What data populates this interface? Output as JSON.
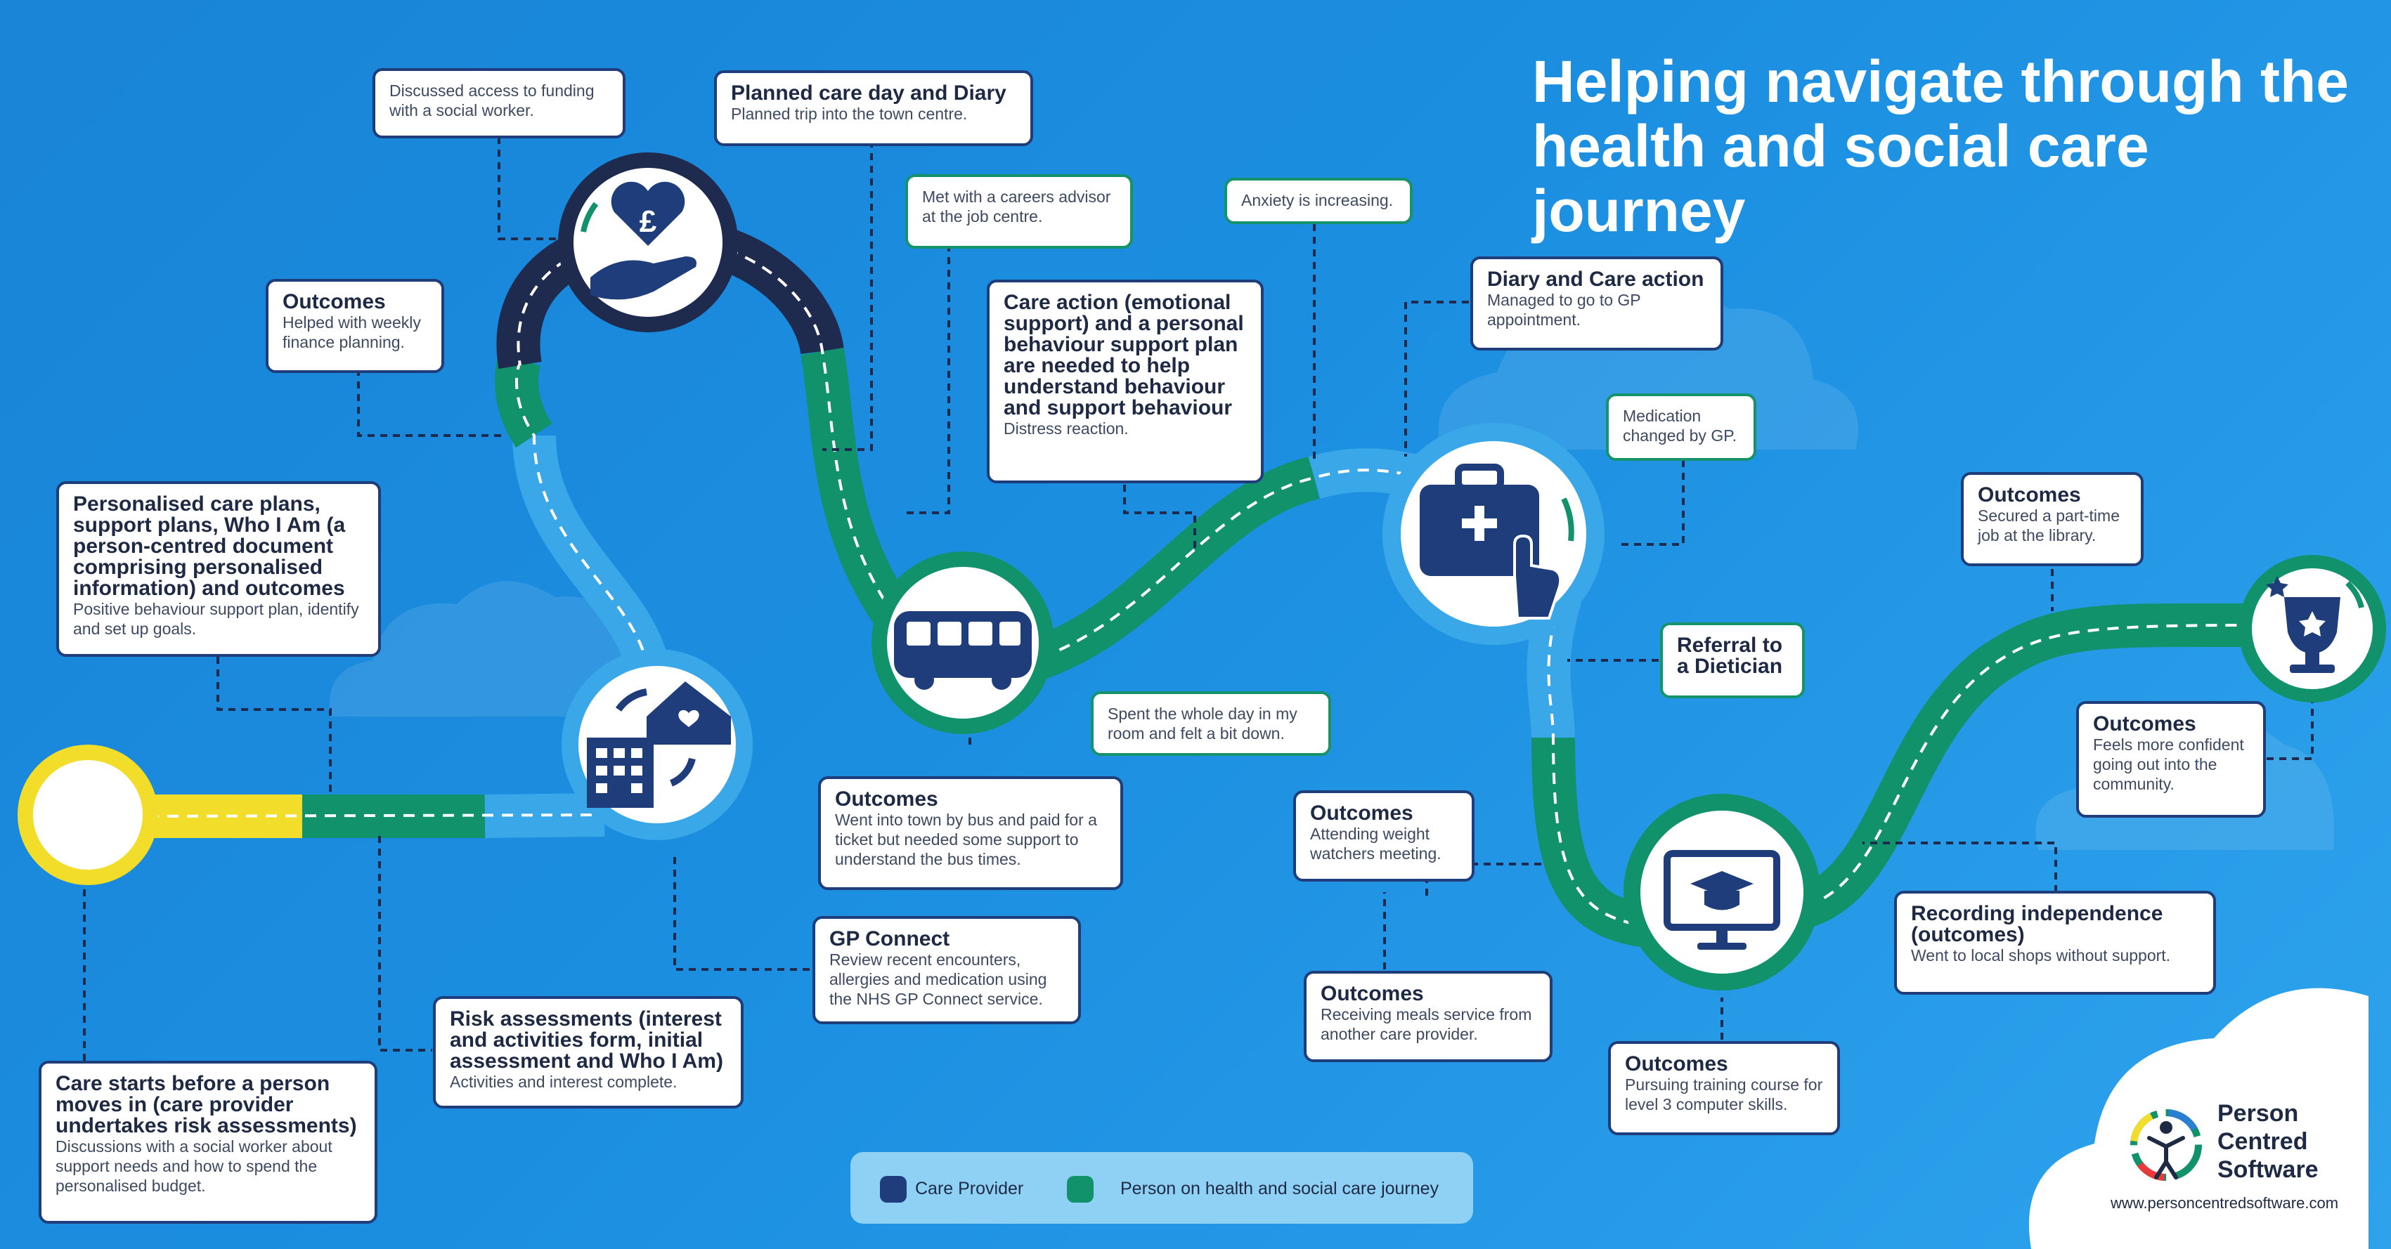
{
  "title": "Helping navigate through the health and social care journey",
  "colors": {
    "care_provider": "#1f3d7a",
    "person_journey": "#12926a",
    "start": "#f2dd2a",
    "background": "#1a8ee0"
  },
  "cards": {
    "care_starts": {
      "heading": "Care starts before a person moves in (care provider undertakes risk assessments)",
      "text": "Discussions with a social worker about support needs and how to spend the personalised budget."
    },
    "personalised_plans": {
      "heading": "Personalised care plans, support plans, Who I Am (a person-centred document comprising personalised information) and outcomes",
      "text": "Positive behaviour support plan, identify and set up goals."
    },
    "outcomes_finance": {
      "heading": "Outcomes",
      "text": "Helped with weekly finance planning."
    },
    "funding": {
      "text": "Discussed access to funding with a social worker."
    },
    "planned_care_day": {
      "heading": "Planned care day and Diary",
      "text": "Planned trip into the town centre."
    },
    "careers": {
      "text": "Met with a careers advisor at the job centre."
    },
    "care_action": {
      "heading": "Care action (emotional support) and a personal behaviour support plan are needed to help understand behaviour and support behaviour",
      "text": "Distress reaction."
    },
    "anxiety": {
      "text": "Anxiety is increasing."
    },
    "diary_care_action": {
      "heading": "Diary and Care action",
      "text": "Managed to go to GP appointment."
    },
    "medication": {
      "text": "Medication changed by GP."
    },
    "outcomes_job": {
      "heading": "Outcomes",
      "text": "Secured a part-time job at the library."
    },
    "referral": {
      "heading": "Referral to a Dietician"
    },
    "whole_day": {
      "text": "Spent the whole day in my room and felt a bit down."
    },
    "outcomes_bus": {
      "heading": "Outcomes",
      "text": "Went into town by bus and paid for a ticket but needed some support to understand the bus times."
    },
    "gp_connect": {
      "heading": "GP Connect",
      "text": "Review recent encounters, allergies and medication using the NHS GP Connect service."
    },
    "risk": {
      "heading": "Risk assessments (interest and activities form, initial assessment and Who I Am)",
      "text": "Activities and interest complete."
    },
    "outcomes_weight": {
      "heading": "Outcomes",
      "text": "Attending weight watchers meeting."
    },
    "outcomes_meals": {
      "heading": "Outcomes",
      "text": "Receiving meals service from another care provider."
    },
    "outcomes_training": {
      "heading": "Outcomes",
      "text": "Pursuing training course for level 3 computer skills."
    },
    "recording": {
      "heading": "Recording independence (outcomes)",
      "text": "Went to local shops without support."
    },
    "outcomes_confident": {
      "heading": "Outcomes",
      "text": "Feels more confident going out into the community."
    }
  },
  "legend": {
    "care_provider": "Care Provider",
    "person_journey": "Person on health and social care journey"
  },
  "brand": {
    "name": "Person Centred Software",
    "url": "www.personcentredsoftware.com"
  },
  "icons": {
    "start": "start-circle",
    "home": "care-home-icon",
    "finance": "pound-heart-hand-icon",
    "bus": "bus-icon",
    "medical": "medical-kit-icon",
    "training": "computer-graduation-icon",
    "trophy": "trophy-icon"
  }
}
